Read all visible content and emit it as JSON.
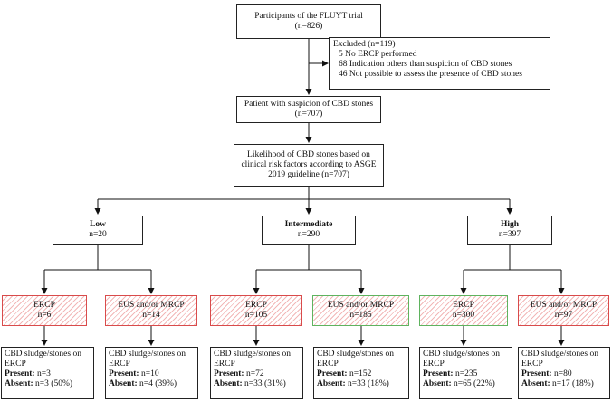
{
  "top": {
    "title": "Participants of the FLUYT trial",
    "n": "(n=826)"
  },
  "excluded": {
    "title": "Excluded (n=119)",
    "lines": [
      "5 No ERCP performed",
      "68 Indication others than suspicion of CBD stones",
      "46 Not possible to assess the presence of CBD stones"
    ]
  },
  "suspicion": {
    "title": "Patient with suspicion of CBD stones",
    "n": "(n=707)"
  },
  "likelihood": {
    "line1": "Likelihood of CBD stones based on",
    "line2": "clinical risk factors according to ASGE",
    "line3": "2019 guideline (n=707)"
  },
  "groups": [
    {
      "label": "Low",
      "n": "n=20"
    },
    {
      "label": "Intermediate",
      "n": "n=290"
    },
    {
      "label": "High",
      "n": "n=397"
    }
  ],
  "arms": [
    {
      "label": "ERCP",
      "n": "n=6",
      "style": "red"
    },
    {
      "label": "EUS and/or MRCP",
      "n": "n=14",
      "style": "red"
    },
    {
      "label": "ERCP",
      "n": "n=105",
      "style": "red"
    },
    {
      "label": "EUS and/or MRCP",
      "n": "n=185",
      "style": "green"
    },
    {
      "label": "ERCP",
      "n": "n=300",
      "style": "green"
    },
    {
      "label": "EUS and/or MRCP",
      "n": "n=97",
      "style": "red"
    }
  ],
  "results_heading": "CBD sludge/stones on ERCP",
  "present_label": "Present:",
  "absent_label": "Absent:",
  "results": [
    {
      "present": "n=3",
      "absent": "n=3 (50%)"
    },
    {
      "present": "n=10",
      "absent": "n=4 (39%)"
    },
    {
      "present": "n=72",
      "absent": "n=33 (31%)"
    },
    {
      "present": "n=152",
      "absent": "n=33 (18%)"
    },
    {
      "present": "n=235",
      "absent": "n=65 (22%)"
    },
    {
      "present": "n=80",
      "absent": "n=17 (18%)"
    }
  ],
  "colors": {
    "red_border": "#d94b4b",
    "green_border": "#5fb35f",
    "hatch": "#f2b7b7"
  }
}
